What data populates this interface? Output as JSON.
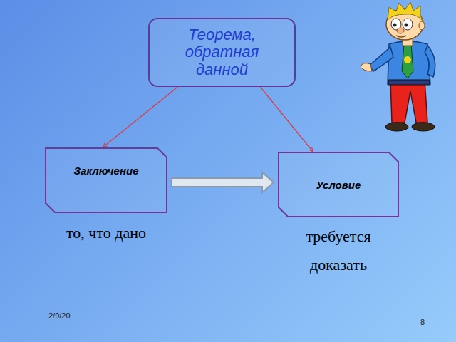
{
  "diagram": {
    "nodes": [
      {
        "text": [
          "Теорема, обратная данной"
        ]
      },
      {
        "text": [
          "Заключение"
        ]
      },
      {
        "text": [
          "Условие"
        ]
      }
    ],
    "edges": [
      {
        "from": 0,
        "to": 1,
        "arrow": "to"
      },
      {
        "from": 0,
        "to": 2,
        "arrow": "to"
      },
      {
        "from": 1,
        "to": 2,
        "arrow": "to"
      }
    ],
    "labels": [
      "то, что дано",
      "требуется доказать",
      "2/9/20",
      "8"
    ]
  }
}
